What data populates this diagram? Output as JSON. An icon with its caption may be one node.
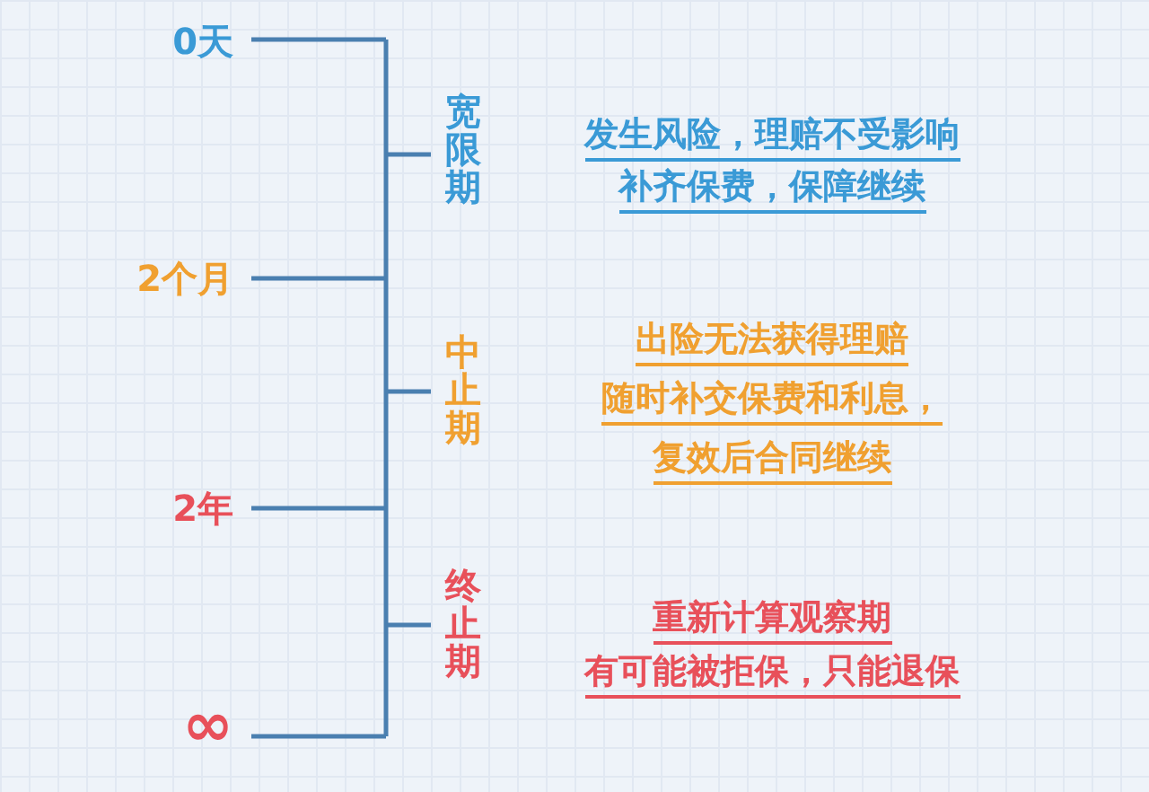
{
  "diagram": {
    "labels": [
      "0天",
      "宽限期",
      "发生风险，理赔不受影响",
      "补齐保费，保障继续",
      "2个月",
      "中止期",
      "出险无法获得理赔",
      "随时补交保费和利息，",
      "复效后合同继续",
      "2年",
      "终止期",
      "重新计算观察期",
      "有可能被拒保，只能退保",
      "∞"
    ]
  }
}
